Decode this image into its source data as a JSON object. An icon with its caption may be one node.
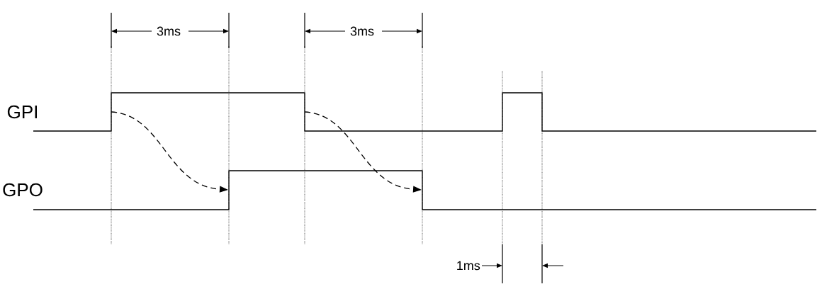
{
  "diagram": {
    "nodes": [
      {
        "text": [
          "GPI"
        ]
      },
      {
        "text": [
          "GPO"
        ]
      }
    ],
    "edges": [
      {
        "from": 0,
        "to": 1,
        "arrow": "to",
        "style": "dashed"
      },
      {
        "from": 0,
        "to": 1,
        "arrow": "to",
        "style": "dashed"
      }
    ],
    "labels": [
      "3ms",
      "3ms",
      "1ms"
    ]
  }
}
